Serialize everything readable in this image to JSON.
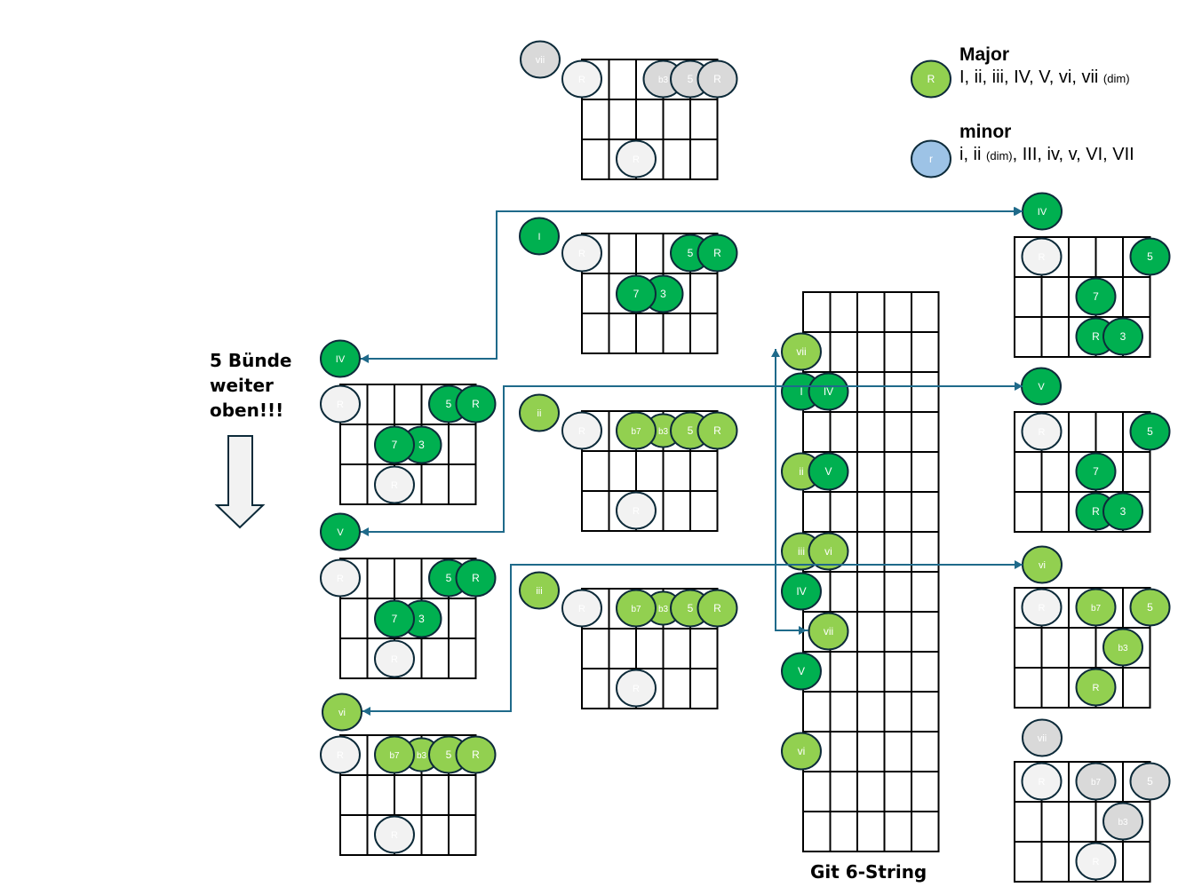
{
  "colors": {
    "major_dark": "#00B050",
    "major_light": "#92D050",
    "dim": "#D9D9D9",
    "root_open": "#F2F2F2",
    "minor": "#9DC3E6",
    "outline": "#0D2B3A",
    "arrow": "#1F6A8A",
    "grid": "#000000"
  },
  "legend": {
    "major": {
      "marker": "R",
      "title": "Major",
      "text": "I, ii, iii, IV, V, vi, vii",
      "suffix": "(dim)"
    },
    "minor": {
      "marker": "r",
      "title": "minor",
      "text_a": "i, ii",
      "suffix": "(dim)",
      "text_b": ", III, iv, v, VI, VII"
    }
  },
  "note": {
    "lines": [
      "5 Bünde",
      "weiter",
      "oben!!!"
    ]
  },
  "caption": "Git 6-String",
  "diagrams": [
    {
      "id": "vii-top",
      "degree": "vii",
      "degree_color": "dim",
      "shape": "A",
      "notes": [
        {
          "label": "R",
          "color": "root_open",
          "pos": "open1"
        },
        {
          "label": "b3",
          "color": "dim",
          "pos": "r0c3"
        },
        {
          "label": "5",
          "color": "dim",
          "pos": "r0c4"
        },
        {
          "label": "R",
          "color": "dim",
          "pos": "r0c5"
        },
        {
          "label": "R",
          "color": "root_open",
          "pos": "r2c1"
        }
      ]
    },
    {
      "id": "I",
      "degree": "I",
      "degree_color": "major_dark",
      "shape": "A",
      "notes": [
        {
          "label": "R",
          "color": "root_open"
        },
        {
          "label": "5",
          "color": "major_dark"
        },
        {
          "label": "R",
          "color": "major_dark"
        },
        {
          "label": "7",
          "color": "major_dark"
        },
        {
          "label": "3",
          "color": "major_dark"
        }
      ]
    },
    {
      "id": "ii",
      "degree": "ii",
      "degree_color": "major_light",
      "shape": "A",
      "notes": [
        {
          "label": "R",
          "color": "root_open"
        },
        {
          "label": "b7",
          "color": "major_light"
        },
        {
          "label": "b3",
          "color": "major_light"
        },
        {
          "label": "5",
          "color": "major_light"
        },
        {
          "label": "R",
          "color": "major_light"
        },
        {
          "label": "R",
          "color": "root_open"
        }
      ]
    },
    {
      "id": "iii",
      "degree": "iii",
      "degree_color": "major_light",
      "shape": "A",
      "notes": [
        {
          "label": "R",
          "color": "root_open"
        },
        {
          "label": "b7",
          "color": "major_light"
        },
        {
          "label": "b3",
          "color": "major_light"
        },
        {
          "label": "5",
          "color": "major_light"
        },
        {
          "label": "R",
          "color": "major_light"
        },
        {
          "label": "R",
          "color": "root_open"
        }
      ]
    },
    {
      "id": "IV-left",
      "degree": "IV",
      "degree_color": "major_dark",
      "shape": "A",
      "notes": [
        {
          "label": "R",
          "color": "root_open"
        },
        {
          "label": "5",
          "color": "major_dark"
        },
        {
          "label": "R",
          "color": "major_dark"
        },
        {
          "label": "7",
          "color": "major_dark"
        },
        {
          "label": "3",
          "color": "major_dark"
        },
        {
          "label": "R",
          "color": "root_open"
        }
      ]
    },
    {
      "id": "V-left",
      "degree": "V",
      "degree_color": "major_dark",
      "shape": "A",
      "notes": [
        {
          "label": "R",
          "color": "root_open"
        },
        {
          "label": "5",
          "color": "major_dark"
        },
        {
          "label": "R",
          "color": "major_dark"
        },
        {
          "label": "7",
          "color": "major_dark"
        },
        {
          "label": "3",
          "color": "major_dark"
        },
        {
          "label": "R",
          "color": "root_open"
        }
      ]
    },
    {
      "id": "vi-left",
      "degree": "vi",
      "degree_color": "major_light",
      "shape": "A",
      "notes": [
        {
          "label": "R",
          "color": "root_open"
        },
        {
          "label": "b7",
          "color": "major_light"
        },
        {
          "label": "b3",
          "color": "major_light"
        },
        {
          "label": "5",
          "color": "major_light"
        },
        {
          "label": "R",
          "color": "major_light"
        },
        {
          "label": "R",
          "color": "root_open"
        }
      ]
    },
    {
      "id": "IV-right",
      "degree": "IV",
      "degree_color": "major_dark",
      "shape": "E",
      "notes": [
        {
          "label": "R",
          "color": "root_open"
        },
        {
          "label": "5",
          "color": "major_dark"
        },
        {
          "label": "7",
          "color": "major_dark"
        },
        {
          "label": "R",
          "color": "major_dark"
        },
        {
          "label": "3",
          "color": "major_dark"
        }
      ]
    },
    {
      "id": "V-right",
      "degree": "V",
      "degree_color": "major_dark",
      "shape": "E",
      "notes": [
        {
          "label": "R",
          "color": "root_open"
        },
        {
          "label": "5",
          "color": "major_dark"
        },
        {
          "label": "7",
          "color": "major_dark"
        },
        {
          "label": "R",
          "color": "major_dark"
        },
        {
          "label": "3",
          "color": "major_dark"
        }
      ]
    },
    {
      "id": "vi-right",
      "degree": "vi",
      "degree_color": "major_light",
      "shape": "E",
      "notes": [
        {
          "label": "R",
          "color": "root_open"
        },
        {
          "label": "b7",
          "color": "major_light"
        },
        {
          "label": "5",
          "color": "major_light"
        },
        {
          "label": "b3",
          "color": "major_light"
        },
        {
          "label": "R",
          "color": "major_light"
        }
      ]
    },
    {
      "id": "vii-right",
      "degree": "vii",
      "degree_color": "dim",
      "shape": "E",
      "notes": [
        {
          "label": "R",
          "color": "root_open"
        },
        {
          "label": "b7",
          "color": "dim"
        },
        {
          "label": "5",
          "color": "dim"
        },
        {
          "label": "b3",
          "color": "dim"
        },
        {
          "label": "R",
          "color": "root_open"
        }
      ]
    }
  ],
  "neck": {
    "frets": 14,
    "markers": [
      {
        "label": "vii",
        "color": "major_light",
        "fret": 1,
        "string": 0
      },
      {
        "label": "I",
        "color": "major_dark",
        "fret": 2,
        "string": 0
      },
      {
        "label": "IV",
        "color": "major_dark",
        "fret": 2,
        "string": 1
      },
      {
        "label": "ii",
        "color": "major_light",
        "fret": 4,
        "string": 0
      },
      {
        "label": "V",
        "color": "major_dark",
        "fret": 4,
        "string": 1
      },
      {
        "label": "iii",
        "color": "major_light",
        "fret": 6,
        "string": 0
      },
      {
        "label": "vi",
        "color": "major_light",
        "fret": 6,
        "string": 1
      },
      {
        "label": "IV",
        "color": "major_dark",
        "fret": 7,
        "string": 0
      },
      {
        "label": "vii",
        "color": "major_light",
        "fret": 8,
        "string": 1
      },
      {
        "label": "V",
        "color": "major_dark",
        "fret": 9,
        "string": 0
      },
      {
        "label": "vi",
        "color": "major_light",
        "fret": 11,
        "string": 0
      }
    ]
  }
}
